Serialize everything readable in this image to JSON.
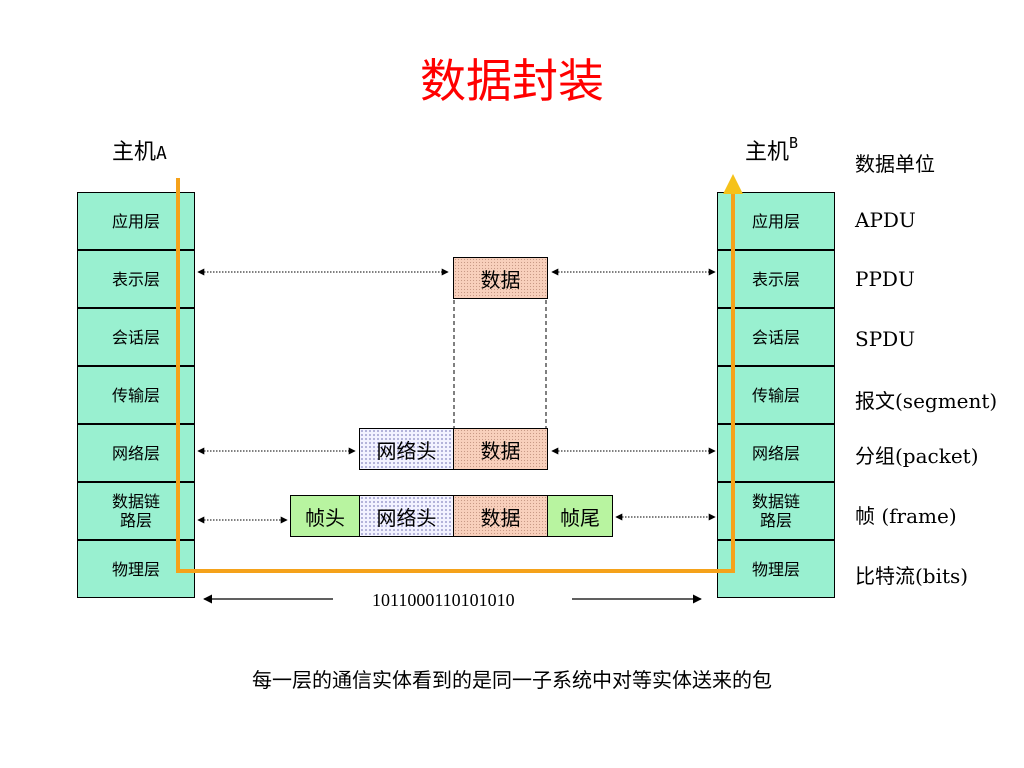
{
  "title": "数据封装",
  "host_a": {
    "label": "主机",
    "letter": "A"
  },
  "host_b": {
    "label": "主机",
    "letter": "B"
  },
  "layers_a": [
    "应用层",
    "表示层",
    "会话层",
    "传输层",
    "网络层",
    "数据链\n路层",
    "物理层"
  ],
  "layers_b": [
    "应用层",
    "表示层",
    "会话层",
    "传输层",
    "网络层",
    "数据链\n路层",
    "物理层"
  ],
  "units_header": "数据单位",
  "units": [
    "APDU",
    "PPDU",
    "SPDU",
    "报文(segment)",
    "分组(packet)",
    "帧 (frame)",
    "比特流(bits)"
  ],
  "packets": {
    "data": "数据",
    "network_header": "网络头",
    "frame_header": "帧头",
    "frame_trailer": "帧尾"
  },
  "bits": "1011000110101010",
  "caption": "每一层的通信实体看到的是同一子系统中对等实体送来的包",
  "colors": {
    "title": "#ff0000",
    "layer_fill": "#99f0d0",
    "data_fill": "#f8d0bc",
    "frame_fill": "#b8f4a0",
    "path_line": "#f5a21a",
    "arrow_head": "#f5c21a"
  }
}
